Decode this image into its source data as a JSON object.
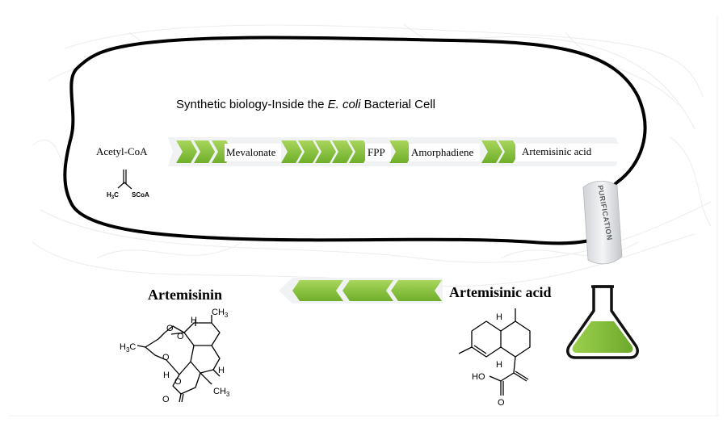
{
  "cell": {
    "title_prefix": "Synthetic biology-Inside the ",
    "title_organism": "E. coli",
    "title_suffix": " Bacterial Cell"
  },
  "pathway": {
    "start": "Acetyl-CoA",
    "steps": [
      "Mevalonate",
      "FPP",
      "Amorphadiene",
      "Artemisinic acid"
    ]
  },
  "acetyl_coa_structure": {
    "h3c": "H",
    "h3c_sub": "3",
    "h3c_c": "C",
    "scoa": "SCoA"
  },
  "purification": {
    "label": "PURIFICATION"
  },
  "bottom": {
    "product": "Artemisinin",
    "precursor": "Artemisinic acid"
  },
  "artemisinin_structure": {
    "ch3_top": "CH",
    "ch3_top_sub": "3",
    "h_top": "H",
    "h3c": "H",
    "h3c_sub": "3",
    "h3c_c": "C",
    "o1": "O",
    "o2": "O",
    "o3": "O",
    "o4": "O",
    "o5": "O",
    "h_right": "H",
    "h_left": "H",
    "ch3_bottom": "CH",
    "ch3_bottom_sub": "3"
  },
  "artemisinic_structure": {
    "h_top": "H",
    "h_bottom": "H",
    "ho": "HO",
    "o": "O"
  },
  "colors": {
    "chevron": "#8cc63f",
    "chevron_light": "#a6d35a",
    "band": "#f1f2f4",
    "cell_outline": "#000000",
    "flask_fill": "#8dc63f"
  }
}
